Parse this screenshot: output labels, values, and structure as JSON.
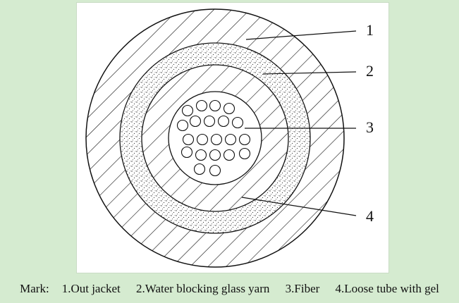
{
  "diagram": {
    "callouts": [
      "1",
      "2",
      "3",
      "4"
    ],
    "fiber_count": 21
  },
  "caption": {
    "prefix": "Mark:",
    "items": [
      "1.Out jacket",
      "2.Water blocking glass yarn",
      "3.Fiber",
      "4.Loose tube with gel"
    ]
  },
  "colors": {
    "background": "#d5ebd0",
    "line": "#111111",
    "panel": "#ffffff"
  }
}
